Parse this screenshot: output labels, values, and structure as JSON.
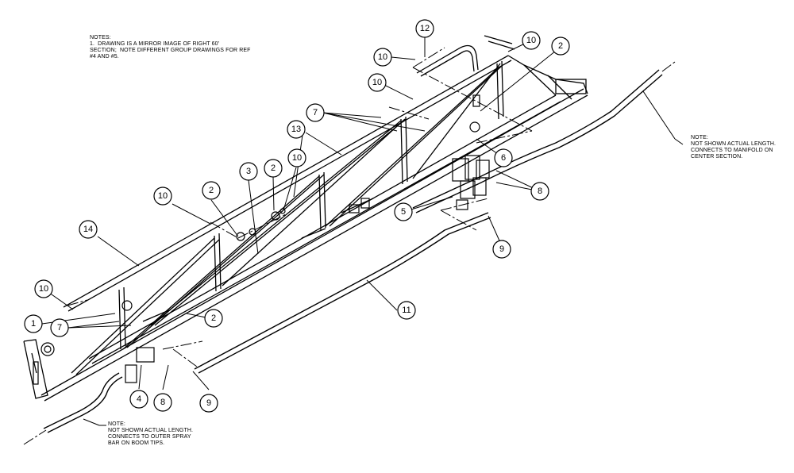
{
  "notes": {
    "general_title": "NOTES:",
    "general_line1": "1.  DRAWING IS A MIRROR IMAGE OF RIGHT 60'",
    "general_line2": "SECTION;  NOTE DIFFERENT GROUP DRAWINGS FOR REF",
    "general_line3": "#4 AND #5.",
    "right_title": "NOTE:",
    "right_line1": "NOT SHOWN ACTUAL LENGTH.",
    "right_line2": "CONNECTS TO MANIFOLD ON",
    "right_line3": "CENTER SECTION.",
    "left_title": "NOTE:",
    "left_line1": "NOT SHOWN ACTUAL LENGTH.",
    "left_line2": "CONNECTS TO OUTER SPRAY",
    "left_line3": "BAR ON BOOM TIPS."
  },
  "callouts": [
    {
      "id": "c12",
      "label": "12"
    },
    {
      "id": "c10a",
      "label": "10"
    },
    {
      "id": "c10b",
      "label": "10"
    },
    {
      "id": "c2a",
      "label": "2"
    },
    {
      "id": "c10c",
      "label": "10"
    },
    {
      "id": "c7a",
      "label": "7"
    },
    {
      "id": "c13",
      "label": "13"
    },
    {
      "id": "c6",
      "label": "6"
    },
    {
      "id": "c8a",
      "label": "8"
    },
    {
      "id": "c5",
      "label": "5"
    },
    {
      "id": "c9a",
      "label": "9"
    },
    {
      "id": "c3",
      "label": "3"
    },
    {
      "id": "c2b",
      "label": "2"
    },
    {
      "id": "c10d",
      "label": "10"
    },
    {
      "id": "c2c",
      "label": "2"
    },
    {
      "id": "c10e",
      "label": "10"
    },
    {
      "id": "c14",
      "label": "14"
    },
    {
      "id": "c10f",
      "label": "10"
    },
    {
      "id": "c1",
      "label": "1"
    },
    {
      "id": "c7b",
      "label": "7"
    },
    {
      "id": "c2d",
      "label": "2"
    },
    {
      "id": "c11",
      "label": "11"
    },
    {
      "id": "c4",
      "label": "4"
    },
    {
      "id": "c8b",
      "label": "8"
    },
    {
      "id": "c9b",
      "label": "9"
    }
  ]
}
